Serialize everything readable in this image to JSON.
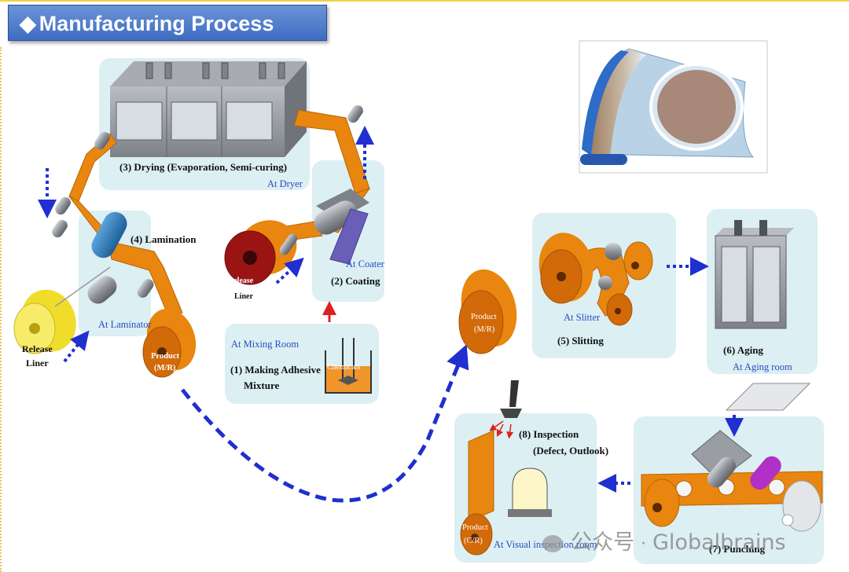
{
  "title": "Manufacturing Process",
  "title_bullet": "◆",
  "steps": {
    "drying": {
      "label": "(3) Drying (Evaporation, Semi-curing)",
      "location": "At Dryer"
    },
    "coating": {
      "label": "(2) Coating",
      "location": "At Coater"
    },
    "lamination": {
      "label": "(4) Lamination",
      "location": "At Laminator"
    },
    "mixing": {
      "label_line1": "(1) Making Adhesive",
      "label_line2": "Mixture",
      "location": "At Mixing Room",
      "container": "Chemicals"
    },
    "slitting": {
      "label": "(5) Slitting",
      "location": "At Slitter"
    },
    "aging": {
      "label": "(6) Aging",
      "location": "At Aging room"
    },
    "punching": {
      "label": "(7) Punching"
    },
    "inspection": {
      "label_line1": "(8) Inspection",
      "label_line2": "(Defect, Outlook)",
      "location": "At Visual inspection room"
    }
  },
  "rolls": {
    "release_liner_1": {
      "line1": "Release",
      "line2": "Liner"
    },
    "release_liner_2": {
      "line1": "Release",
      "line2": "Liner"
    },
    "product_mr_1": {
      "line1": "Product",
      "line2": "(M/R)"
    },
    "product_mr_2": {
      "line1": "Product",
      "line2": "(M/R)"
    },
    "product_cr": {
      "line1": "Product",
      "line2": "(C/R)"
    }
  },
  "watermark": {
    "app": "公众号",
    "separator": "·",
    "brand": "Globalbrains"
  },
  "colors": {
    "accent_blue": "#2a4cc0",
    "belt_orange": "#e8860f",
    "panel": "#dceff3",
    "title_bar": "#4a78c8",
    "arrow_red": "#e02020"
  },
  "icons": [
    "dryer-machine-icon",
    "coater-icon",
    "laminator-roller-icon",
    "mixing-beaker-icon",
    "slitter-icon",
    "aging-rack-icon",
    "punching-machine-icon",
    "inspection-lamp-icon",
    "product-sample-icon"
  ]
}
